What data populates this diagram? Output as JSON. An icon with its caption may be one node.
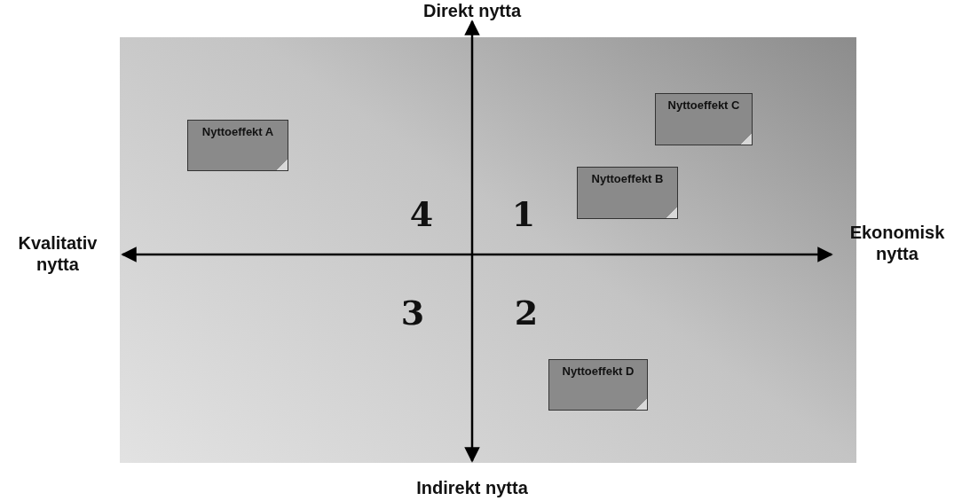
{
  "diagram": {
    "nodes": [
      {
        "text": [
          "Nyttoeffekt C"
        ]
      },
      {
        "text": [
          "Nyttoeffekt A"
        ]
      },
      {
        "text": [
          "Nyttoeffekt B"
        ]
      },
      {
        "text": [
          "Nyttoeffekt D"
        ]
      }
    ],
    "edges": [],
    "labels": [
      "Direkt nytta",
      "4",
      "1",
      "Kvalitativ nytta",
      "Ekonomisk nytta",
      "3",
      "2",
      "Indirekt nytta"
    ]
  }
}
